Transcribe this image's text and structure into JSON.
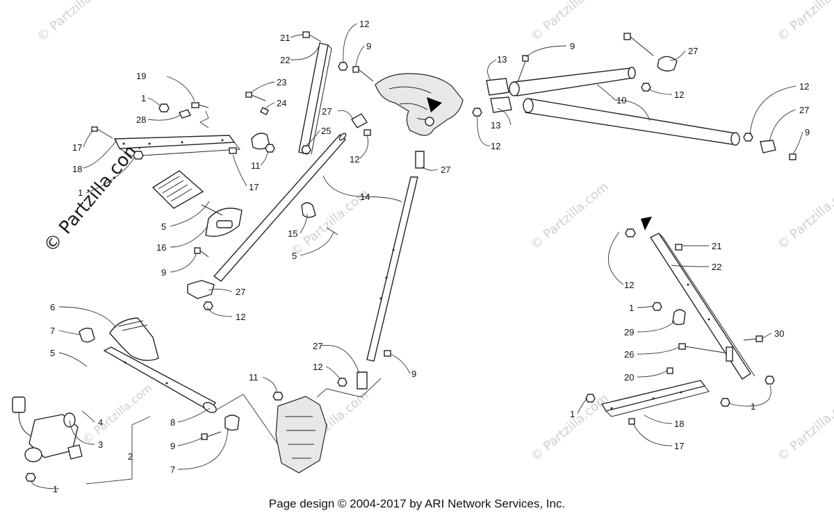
{
  "footer": {
    "copyright": "Page design © 2004-2017 by ARI Network Services, Inc."
  },
  "watermark": {
    "text": "© Partzilla.com"
  },
  "callouts": [
    {
      "id": "c01",
      "label": "19"
    },
    {
      "id": "c02",
      "label": "1"
    },
    {
      "id": "c03",
      "label": "28"
    },
    {
      "id": "c04",
      "label": "17"
    },
    {
      "id": "c05",
      "label": "18"
    },
    {
      "id": "c06",
      "label": "1"
    },
    {
      "id": "c07",
      "label": "17"
    },
    {
      "id": "c08",
      "label": "11"
    },
    {
      "id": "c09",
      "label": "21"
    },
    {
      "id": "c10",
      "label": "22"
    },
    {
      "id": "c11",
      "label": "23"
    },
    {
      "id": "c12",
      "label": "24"
    },
    {
      "id": "c13",
      "label": "25"
    },
    {
      "id": "c14",
      "label": "12"
    },
    {
      "id": "c15",
      "label": "9"
    },
    {
      "id": "c16",
      "label": "27"
    },
    {
      "id": "c17",
      "label": "12"
    },
    {
      "id": "c18",
      "label": "14"
    },
    {
      "id": "c19",
      "label": "5"
    },
    {
      "id": "c20",
      "label": "16"
    },
    {
      "id": "c21",
      "label": "9"
    },
    {
      "id": "c22",
      "label": "27"
    },
    {
      "id": "c23",
      "label": "12"
    },
    {
      "id": "c24",
      "label": "15"
    },
    {
      "id": "c25",
      "label": "5"
    },
    {
      "id": "c26",
      "label": "27"
    },
    {
      "id": "c27",
      "label": "13"
    },
    {
      "id": "c28",
      "label": "13"
    },
    {
      "id": "c29",
      "label": "12"
    },
    {
      "id": "c30",
      "label": "9"
    },
    {
      "id": "c31",
      "label": "27"
    },
    {
      "id": "c32",
      "label": "12"
    },
    {
      "id": "c33",
      "label": "10"
    },
    {
      "id": "c34",
      "label": "12"
    },
    {
      "id": "c35",
      "label": "27"
    },
    {
      "id": "c36",
      "label": "9"
    },
    {
      "id": "c37",
      "label": "6"
    },
    {
      "id": "c38",
      "label": "7"
    },
    {
      "id": "c39",
      "label": "5"
    },
    {
      "id": "c40",
      "label": "4"
    },
    {
      "id": "c41",
      "label": "3"
    },
    {
      "id": "c42",
      "label": "2"
    },
    {
      "id": "c43",
      "label": "1"
    },
    {
      "id": "c44",
      "label": "8"
    },
    {
      "id": "c45",
      "label": "9"
    },
    {
      "id": "c46",
      "label": "7"
    },
    {
      "id": "c47",
      "label": "11"
    },
    {
      "id": "c48",
      "label": "27"
    },
    {
      "id": "c49",
      "label": "12"
    },
    {
      "id": "c50",
      "label": "9"
    },
    {
      "id": "c51",
      "label": "21"
    },
    {
      "id": "c52",
      "label": "22"
    },
    {
      "id": "c53",
      "label": "12"
    },
    {
      "id": "c54",
      "label": "1"
    },
    {
      "id": "c55",
      "label": "29"
    },
    {
      "id": "c56",
      "label": "30"
    },
    {
      "id": "c57",
      "label": "26"
    },
    {
      "id": "c58",
      "label": "20"
    },
    {
      "id": "c59",
      "label": "1"
    },
    {
      "id": "c60",
      "label": "1"
    },
    {
      "id": "c61",
      "label": "18"
    },
    {
      "id": "c62",
      "label": "17"
    }
  ]
}
